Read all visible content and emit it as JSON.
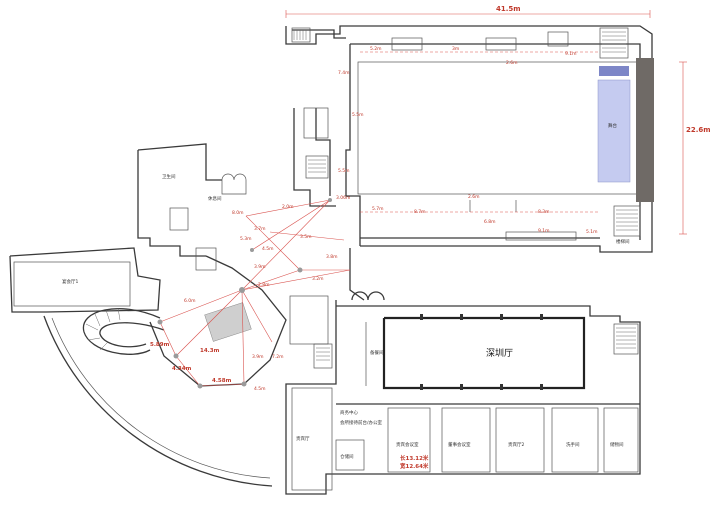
{
  "overall_dims": {
    "width_label": "41.5m",
    "depth_label": "22.6m"
  },
  "rooms": {
    "shenzhen_hall": "深圳厅",
    "stage": "舞台",
    "hall_left": "宴会厅1",
    "kitchen_top": "卫生间",
    "small_room": "休息间",
    "room_b": "贵宾厅",
    "room_c": "贵宾会议室",
    "room_d": "董事会议室",
    "room_e": "贵宾厅2",
    "room_f": "洗手间",
    "room_g": "储物间",
    "lobby": "商务中心",
    "lobby_sub": "会所接待前台/办公室",
    "storage": "仓储间",
    "prep": "备餐间",
    "stair_label": "楼梯间"
  },
  "callout": {
    "line1": "长13.12米",
    "line2": "宽12.64米"
  },
  "dims": {
    "top_a": "5.2m",
    "top_b": "3m",
    "top_c": "2.6m",
    "top_d": "9.1m",
    "left_a": "7.4m",
    "left_b": "5.5m",
    "left_c": "5.5m",
    "mid_a": "5.7m",
    "mid_b": "8.7m",
    "mid_c": "2.6m",
    "mid_d": "8.3m",
    "low_a": "6.8m",
    "low_b": "9.1m",
    "low_c": "5.1m",
    "fan_1": "2.0m",
    "fan_2": "3.7m",
    "fan_3": "3.5m",
    "fan_4": "4.5m",
    "fan_5": "3.8m",
    "fan_6": "3.9m",
    "fan_7": "3.2m",
    "fan_8": "2.8m",
    "fan_9": "6.0m",
    "fan_10": "14.3m",
    "fan_11": "5.89m",
    "fan_12": "4.34m",
    "fan_13": "4.58m",
    "fan_14": "4.5m",
    "fan_15": "3.9m",
    "fan_16": "7.2m",
    "fan_17": "8.0m",
    "fan_18": "5.3m",
    "fan_19": "3.06m"
  },
  "colors": {
    "dimension": "#c0392b",
    "stage_fill": "#c5cbf0",
    "wall_dark": "#6f6a66"
  }
}
